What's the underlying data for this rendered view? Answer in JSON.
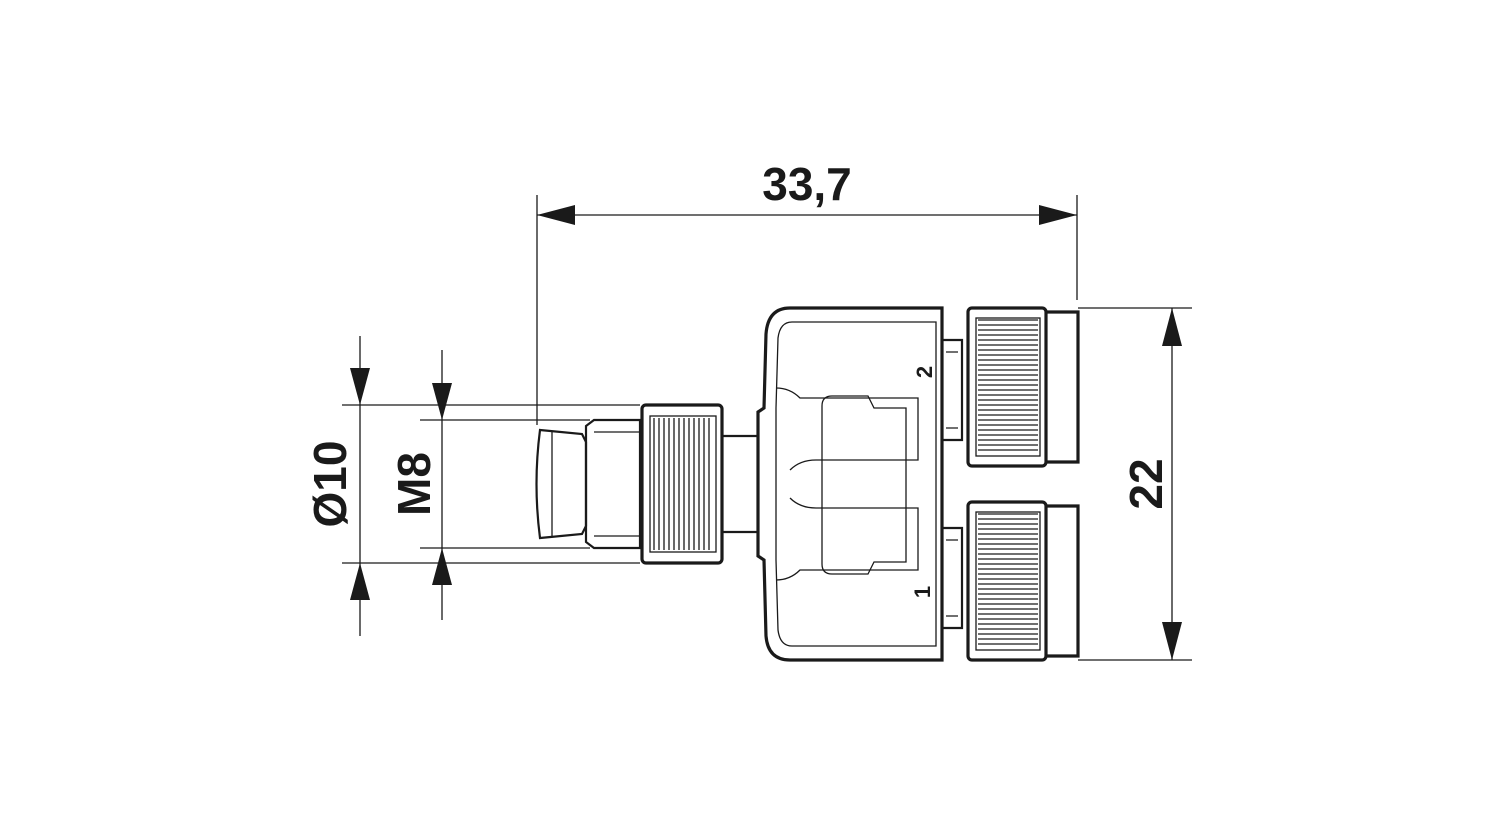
{
  "dimensions": {
    "overall_length": "33,7",
    "height": "22",
    "outer_diameter": "Ø10",
    "thread": "M8"
  },
  "ports": {
    "port_1": "1",
    "port_2": "2"
  },
  "colors": {
    "line": "#1a1a1a",
    "background": "#ffffff"
  }
}
